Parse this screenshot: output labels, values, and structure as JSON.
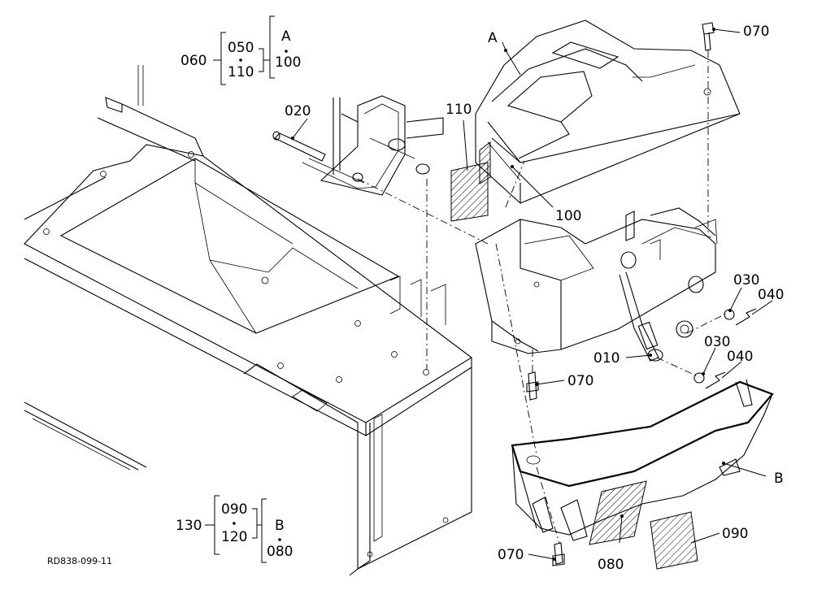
{
  "drawing_code": "RD838-099-11",
  "callouts": {
    "p010": "010",
    "p020": "020",
    "p030a": "030",
    "p030b": "030",
    "p040a": "040",
    "p040b": "040",
    "p070_top": "070",
    "p070_mid": "070",
    "p070_bot": "070",
    "p080": "080",
    "p090": "090",
    "p100": "100",
    "p110": "110",
    "assy_a": "A",
    "assy_b": "B"
  },
  "group_top": {
    "parent": "060",
    "left_top": "050",
    "left_bottom": "110",
    "right_top": "A",
    "right_bottom": "100"
  },
  "group_bottom": {
    "parent": "130",
    "left_top": "090",
    "left_bottom": "120",
    "right_top": "B",
    "right_bottom": "080"
  }
}
